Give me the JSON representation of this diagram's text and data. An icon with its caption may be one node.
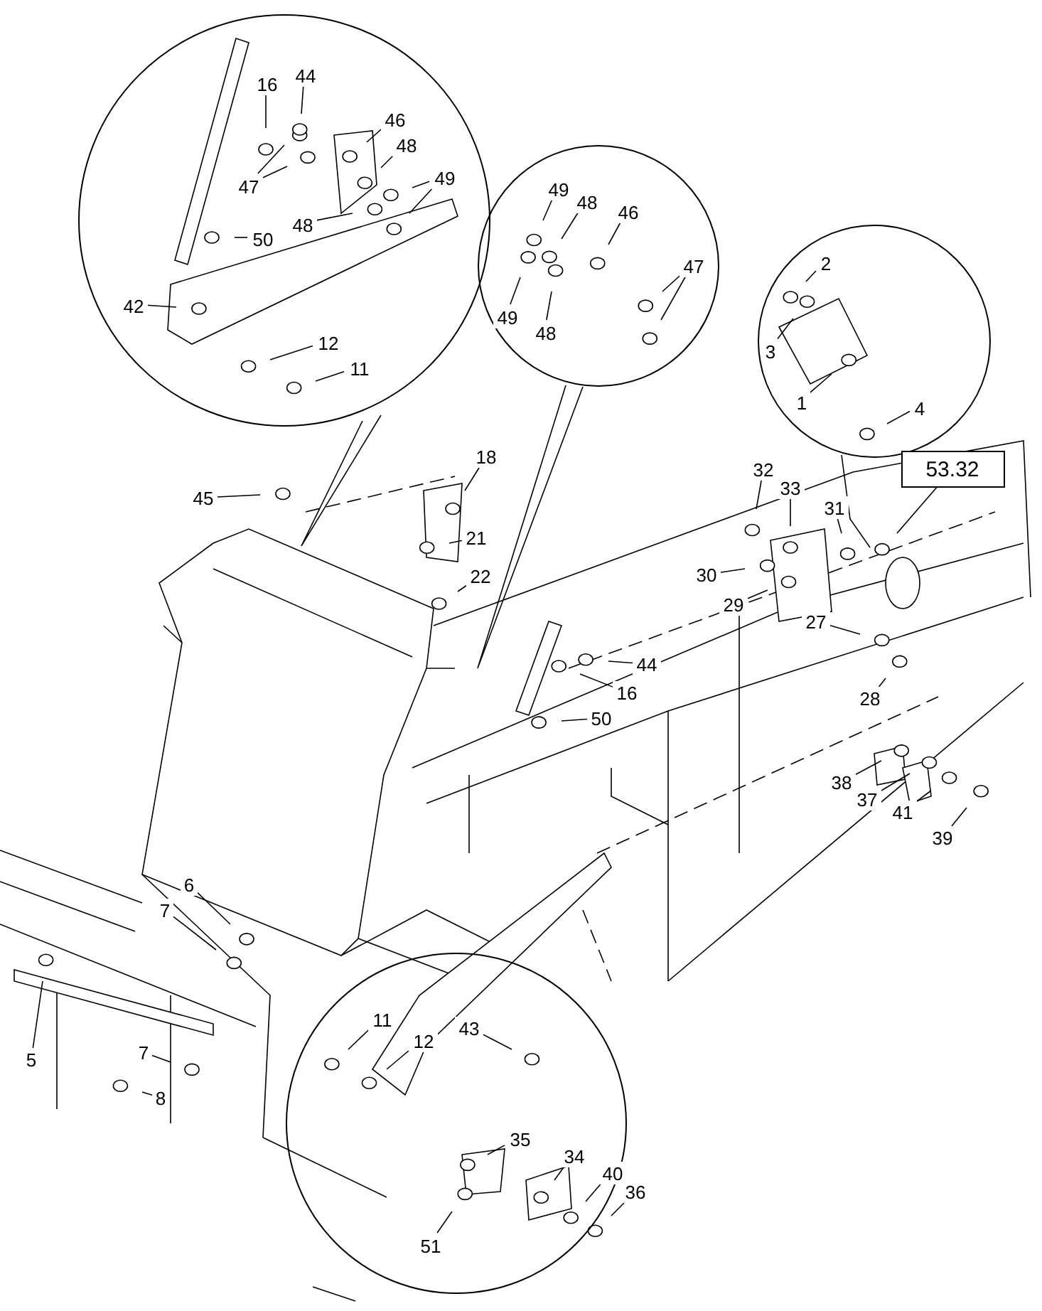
{
  "diagram": {
    "nodes": [
      {
        "text": [],
        "shape": "circle"
      },
      {
        "text": [
          "16"
        ],
        "in": 0
      },
      {
        "text": [
          "44"
        ],
        "in": 0
      },
      {
        "text": [
          "46"
        ],
        "in": 0
      },
      {
        "text": [
          "48"
        ],
        "in": 0
      },
      {
        "text": [
          "47"
        ],
        "in": 0
      },
      {
        "text": [
          "49"
        ],
        "in": 0
      },
      {
        "text": [
          "48"
        ],
        "in": 0
      },
      {
        "text": [
          "50"
        ],
        "in": 0
      },
      {
        "text": [
          "42"
        ],
        "in": 0
      },
      {
        "text": [
          "12"
        ],
        "in": 0
      },
      {
        "text": [
          "11"
        ],
        "in": 0
      },
      {
        "text": [],
        "shape": "circle"
      },
      {
        "text": [
          "49"
        ],
        "in": 12
      },
      {
        "text": [
          "48"
        ],
        "in": 12
      },
      {
        "text": [
          "46"
        ],
        "in": 12
      },
      {
        "text": [
          "47"
        ],
        "in": 12
      },
      {
        "text": [
          "49"
        ],
        "in": 12
      },
      {
        "text": [
          "48"
        ],
        "in": 12
      },
      {
        "text": [],
        "shape": "circle"
      },
      {
        "text": [
          "2"
        ],
        "in": 19
      },
      {
        "text": [
          "3"
        ],
        "in": 19
      },
      {
        "text": [
          "1"
        ],
        "in": 19
      },
      {
        "text": [
          "4"
        ],
        "in": 19
      },
      {
        "text": [
          "53.32"
        ]
      },
      {
        "text": [
          "18"
        ]
      },
      {
        "text": [
          "45"
        ]
      },
      {
        "text": [
          "21"
        ]
      },
      {
        "text": [
          "22"
        ]
      },
      {
        "text": [
          "32"
        ]
      },
      {
        "text": [
          "33"
        ]
      },
      {
        "text": [
          "31"
        ]
      },
      {
        "text": [
          "30"
        ]
      },
      {
        "text": [
          "29"
        ]
      },
      {
        "text": [
          "27"
        ]
      },
      {
        "text": [
          "28"
        ]
      },
      {
        "text": [
          "44"
        ]
      },
      {
        "text": [
          "16"
        ]
      },
      {
        "text": [
          "50"
        ]
      },
      {
        "text": [
          "38"
        ]
      },
      {
        "text": [
          "37"
        ]
      },
      {
        "text": [
          "41"
        ]
      },
      {
        "text": [
          "39"
        ]
      },
      {
        "text": [
          "6"
        ]
      },
      {
        "text": [
          "7"
        ]
      },
      {
        "text": [
          "5"
        ]
      },
      {
        "text": [
          "7"
        ]
      },
      {
        "text": [
          "8"
        ]
      },
      {
        "text": [],
        "shape": "circle"
      },
      {
        "text": [
          "11"
        ],
        "in": 48
      },
      {
        "text": [
          "12"
        ],
        "in": 48
      },
      {
        "text": [
          "43"
        ],
        "in": 48
      },
      {
        "text": [
          "35"
        ],
        "in": 48
      },
      {
        "text": [
          "34"
        ],
        "in": 48
      },
      {
        "text": [
          "40"
        ],
        "in": 48
      },
      {
        "text": [
          "36"
        ]
      },
      {
        "text": [
          "51"
        ],
        "in": 48
      }
    ],
    "edges": [
      {
        "from": 1,
        "to": null,
        "arrow": "none"
      },
      {
        "from": 2,
        "to": null,
        "arrow": "none"
      },
      {
        "from": 3,
        "to": null,
        "arrow": "none"
      },
      {
        "from": 4,
        "to": null,
        "arrow": "none"
      },
      {
        "from": 5,
        "to": null,
        "arrow": "none"
      },
      {
        "from": 5,
        "to": null,
        "arrow": "none"
      },
      {
        "from": 6,
        "to": null,
        "arrow": "none"
      },
      {
        "from": 6,
        "to": null,
        "arrow": "none"
      },
      {
        "from": 7,
        "to": null,
        "arrow": "none"
      },
      {
        "from": 8,
        "to": null,
        "arrow": "none"
      },
      {
        "from": 9,
        "to": null,
        "arrow": "none"
      },
      {
        "from": 10,
        "to": null,
        "arrow": "none"
      },
      {
        "from": 11,
        "to": null,
        "arrow": "none"
      },
      {
        "from": 13,
        "to": null,
        "arrow": "none"
      },
      {
        "from": 14,
        "to": null,
        "arrow": "none"
      },
      {
        "from": 15,
        "to": null,
        "arrow": "none"
      },
      {
        "from": 16,
        "to": null,
        "arrow": "none"
      },
      {
        "from": 16,
        "to": null,
        "arrow": "none"
      },
      {
        "from": 17,
        "to": null,
        "arrow": "none"
      },
      {
        "from": 18,
        "to": null,
        "arrow": "none"
      },
      {
        "from": 20,
        "to": null,
        "arrow": "none"
      },
      {
        "from": 21,
        "to": null,
        "arrow": "none"
      },
      {
        "from": 22,
        "to": null,
        "arrow": "none"
      },
      {
        "from": 23,
        "to": null,
        "arrow": "none"
      },
      {
        "from": 24,
        "to": null,
        "arrow": "none"
      },
      {
        "from": 25,
        "to": null,
        "arrow": "none"
      },
      {
        "from": 26,
        "to": null,
        "arrow": "none"
      },
      {
        "from": 27,
        "to": null,
        "arrow": "none"
      },
      {
        "from": 28,
        "to": null,
        "arrow": "none"
      },
      {
        "from": 29,
        "to": null,
        "arrow": "none"
      },
      {
        "from": 30,
        "to": null,
        "arrow": "none"
      },
      {
        "from": 31,
        "to": null,
        "arrow": "none"
      },
      {
        "from": 32,
        "to": null,
        "arrow": "none"
      },
      {
        "from": 33,
        "to": null,
        "arrow": "none"
      },
      {
        "from": 34,
        "to": null,
        "arrow": "none"
      },
      {
        "from": 35,
        "to": null,
        "arrow": "none"
      },
      {
        "from": 36,
        "to": null,
        "arrow": "none"
      },
      {
        "from": 37,
        "to": null,
        "arrow": "none"
      },
      {
        "from": 38,
        "to": null,
        "arrow": "none"
      },
      {
        "from": 39,
        "to": null,
        "arrow": "none"
      },
      {
        "from": 40,
        "to": null,
        "arrow": "none"
      },
      {
        "from": 41,
        "to": null,
        "arrow": "none"
      },
      {
        "from": 42,
        "to": null,
        "arrow": "none"
      },
      {
        "from": 43,
        "to": null,
        "arrow": "none"
      },
      {
        "from": 44,
        "to": null,
        "arrow": "none"
      },
      {
        "from": 45,
        "to": null,
        "arrow": "none"
      },
      {
        "from": 46,
        "to": null,
        "arrow": "none"
      },
      {
        "from": 47,
        "to": null,
        "arrow": "none"
      },
      {
        "from": 49,
        "to": null,
        "arrow": "none"
      },
      {
        "from": 50,
        "to": null,
        "arrow": "none"
      },
      {
        "from": 51,
        "to": null,
        "arrow": "none"
      },
      {
        "from": 52,
        "to": null,
        "arrow": "none"
      },
      {
        "from": 53,
        "to": null,
        "arrow": "none"
      },
      {
        "from": 54,
        "to": null,
        "arrow": "none"
      },
      {
        "from": 55,
        "to": null,
        "arrow": "none"
      },
      {
        "from": 56,
        "to": null,
        "arrow": "none"
      }
    ]
  }
}
